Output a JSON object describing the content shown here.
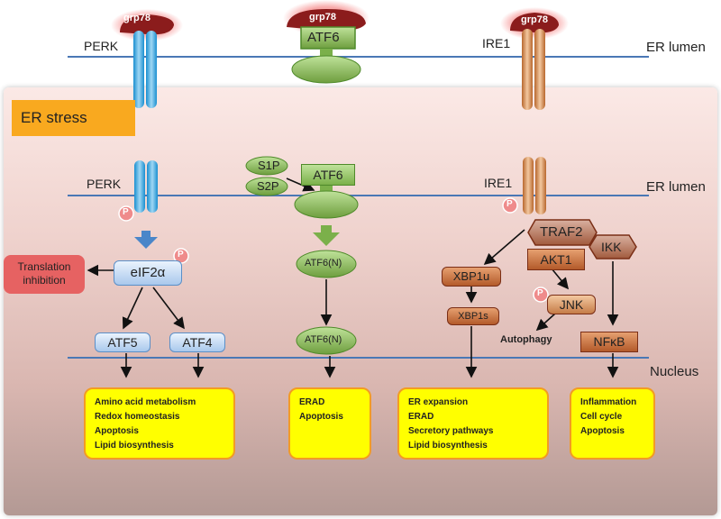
{
  "labels": {
    "grp78": "grp78",
    "perk": "PERK",
    "atf6": "ATF6",
    "ire1": "IRE1",
    "er_lumen": "ER lumen",
    "er_stress": "ER stress",
    "nucleus": "Nucleus",
    "s1p": "S1P",
    "s2p": "S2P",
    "p": "P",
    "eif2a": "eIF2α",
    "translation_inhibition": "Translation inhibition",
    "atf5": "ATF5",
    "atf4": "ATF4",
    "atf6n": "ATF6(N)",
    "xbp1u": "XBP1u",
    "xbp1s": "XBP1s",
    "traf2": "TRAF2",
    "ikk": "IKK",
    "akt1": "AKT1",
    "jnk": "JNK",
    "autophagy": "Autophagy",
    "nfkb": "NFκB"
  },
  "outcomes": {
    "perk": [
      "Amino acid metabolism",
      "Redox homeostasis",
      "Apoptosis",
      "Lipid biosynthesis"
    ],
    "atf6": [
      "ERAD",
      "Apoptosis"
    ],
    "ire1": [
      "ER expansion",
      "ERAD",
      "Secretory pathways",
      "Lipid biosynthesis"
    ],
    "nfkb": [
      "Inflammation",
      "Cell cycle",
      "Apoptosis"
    ]
  },
  "colors": {
    "membrane": "#4a78b5",
    "highlight": "#f9a91f",
    "outcome_box": "#ffff00",
    "grp78": "#8b1c1c"
  }
}
